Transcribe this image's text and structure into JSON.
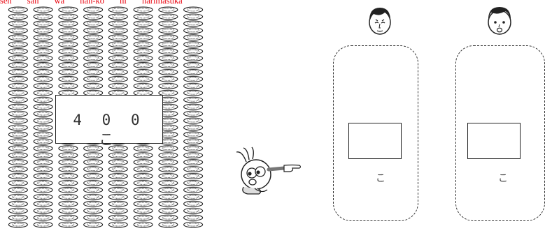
{
  "caption": {
    "words": [
      "sen",
      "san",
      "wa",
      "nan-ko",
      "ni",
      "narimasuka"
    ],
    "color": "#e8000b"
  },
  "token_field": {
    "columns": 8,
    "rows": 32,
    "token_icon": "oval-coin-icon"
  },
  "count_box": {
    "label": "4 0 0 こ"
  },
  "pointer_character": {
    "icon": "pointing-character-icon"
  },
  "people": [
    {
      "face_icon": "child-face-icon",
      "unit": "こ"
    },
    {
      "face_icon": "smiling-child-face-icon",
      "unit": "こ"
    }
  ]
}
